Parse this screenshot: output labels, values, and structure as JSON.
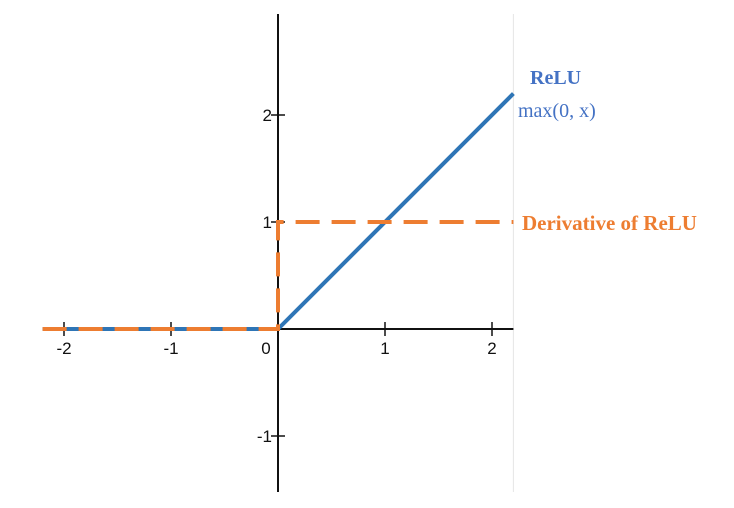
{
  "chart_data": {
    "type": "line",
    "xlim": [
      -2.2,
      2.2
    ],
    "ylim": [
      -1.5,
      2.9
    ],
    "x_ticks": [
      -2,
      -1,
      0,
      1,
      2
    ],
    "y_ticks": [
      -1,
      1,
      2
    ],
    "x_tick_labels": [
      "-2",
      "-1",
      "0",
      "1",
      "2"
    ],
    "y_tick_labels": [
      "-1",
      "1",
      "2"
    ],
    "grid": false,
    "series": [
      {
        "name": "ReLU",
        "formula": "max(0, x)",
        "color": "#2e75b6",
        "style": "solid",
        "x": [
          -2.2,
          0,
          2.2
        ],
        "y": [
          0,
          0,
          2.2
        ]
      },
      {
        "name": "Derivative of ReLU",
        "color": "#ed7d31",
        "style": "dashed",
        "x": [
          -2.2,
          0,
          0,
          2.2
        ],
        "y": [
          0,
          0,
          1,
          1
        ]
      }
    ],
    "annotations": [
      {
        "text": "ReLU",
        "series": "ReLU"
      },
      {
        "text": "max(0, x)",
        "series": "ReLU"
      },
      {
        "text": "Derivative of ReLU",
        "series": "Derivative of ReLU"
      }
    ]
  }
}
